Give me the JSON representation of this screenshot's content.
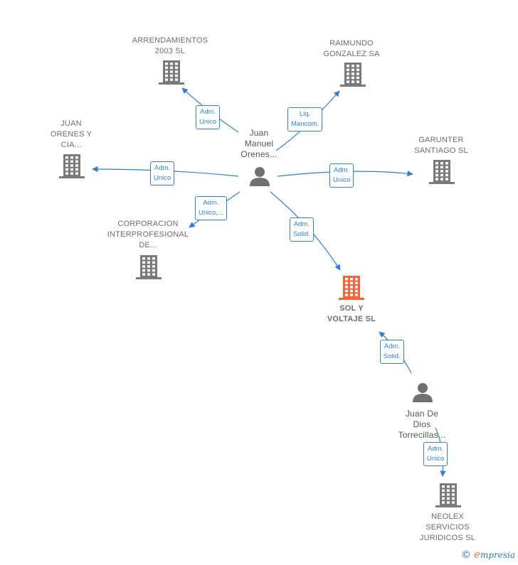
{
  "colors": {
    "company": "#7a7a7a",
    "highlight": "#f0663a",
    "person": "#707070",
    "edge": "#2f7fd6",
    "label": "#6d6d6d"
  },
  "nodes": [
    {
      "id": "arrend",
      "type": "company",
      "label": "ARRENDAMIENTOS\n2003 SL"
    },
    {
      "id": "raimundo",
      "type": "company",
      "label": "RAIMUNDO\nGONZALEZ SA"
    },
    {
      "id": "juanorenes",
      "type": "company",
      "label": "JUAN\nORENES Y\nCIA..."
    },
    {
      "id": "garunter",
      "type": "company",
      "label": "GARUNTER\nSANTIAGO  SL"
    },
    {
      "id": "corporacion",
      "type": "company",
      "label": "CORPORACION\nINTERPROFESIONAL\nDE..."
    },
    {
      "id": "sol",
      "type": "company-main",
      "label": "SOL Y\nVOLTAJE  SL"
    },
    {
      "id": "neolex",
      "type": "company",
      "label": "NEOLEX\nSERVICIOS\nJURIDICOS SL"
    },
    {
      "id": "juanmanuel",
      "type": "person",
      "label": "Juan\nManuel\nOrenes..."
    },
    {
      "id": "juandedios",
      "type": "person",
      "label": "Juan De\nDios\nTorrecillas..."
    }
  ],
  "edges": [
    {
      "from": "juanmanuel",
      "to": "arrend",
      "label": "Adm.\nUnico"
    },
    {
      "from": "juanmanuel",
      "to": "raimundo",
      "label": "Liq.\nMancom."
    },
    {
      "from": "juanmanuel",
      "to": "juanorenes",
      "label": "Adm.\nUnico"
    },
    {
      "from": "juanmanuel",
      "to": "garunter",
      "label": "Adm.\nUnico"
    },
    {
      "from": "juanmanuel",
      "to": "corporacion",
      "label": "Adm.\nUnico,..."
    },
    {
      "from": "juanmanuel",
      "to": "sol",
      "label": "Adm.\nSolid."
    },
    {
      "from": "juandedios",
      "to": "sol",
      "label": "Adm.\nSolid."
    },
    {
      "from": "juandedios",
      "to": "neolex",
      "label": "Adm.\nUnico"
    }
  ],
  "brand": {
    "copyright": "©",
    "first_letter": "e",
    "rest": "mpresia"
  }
}
